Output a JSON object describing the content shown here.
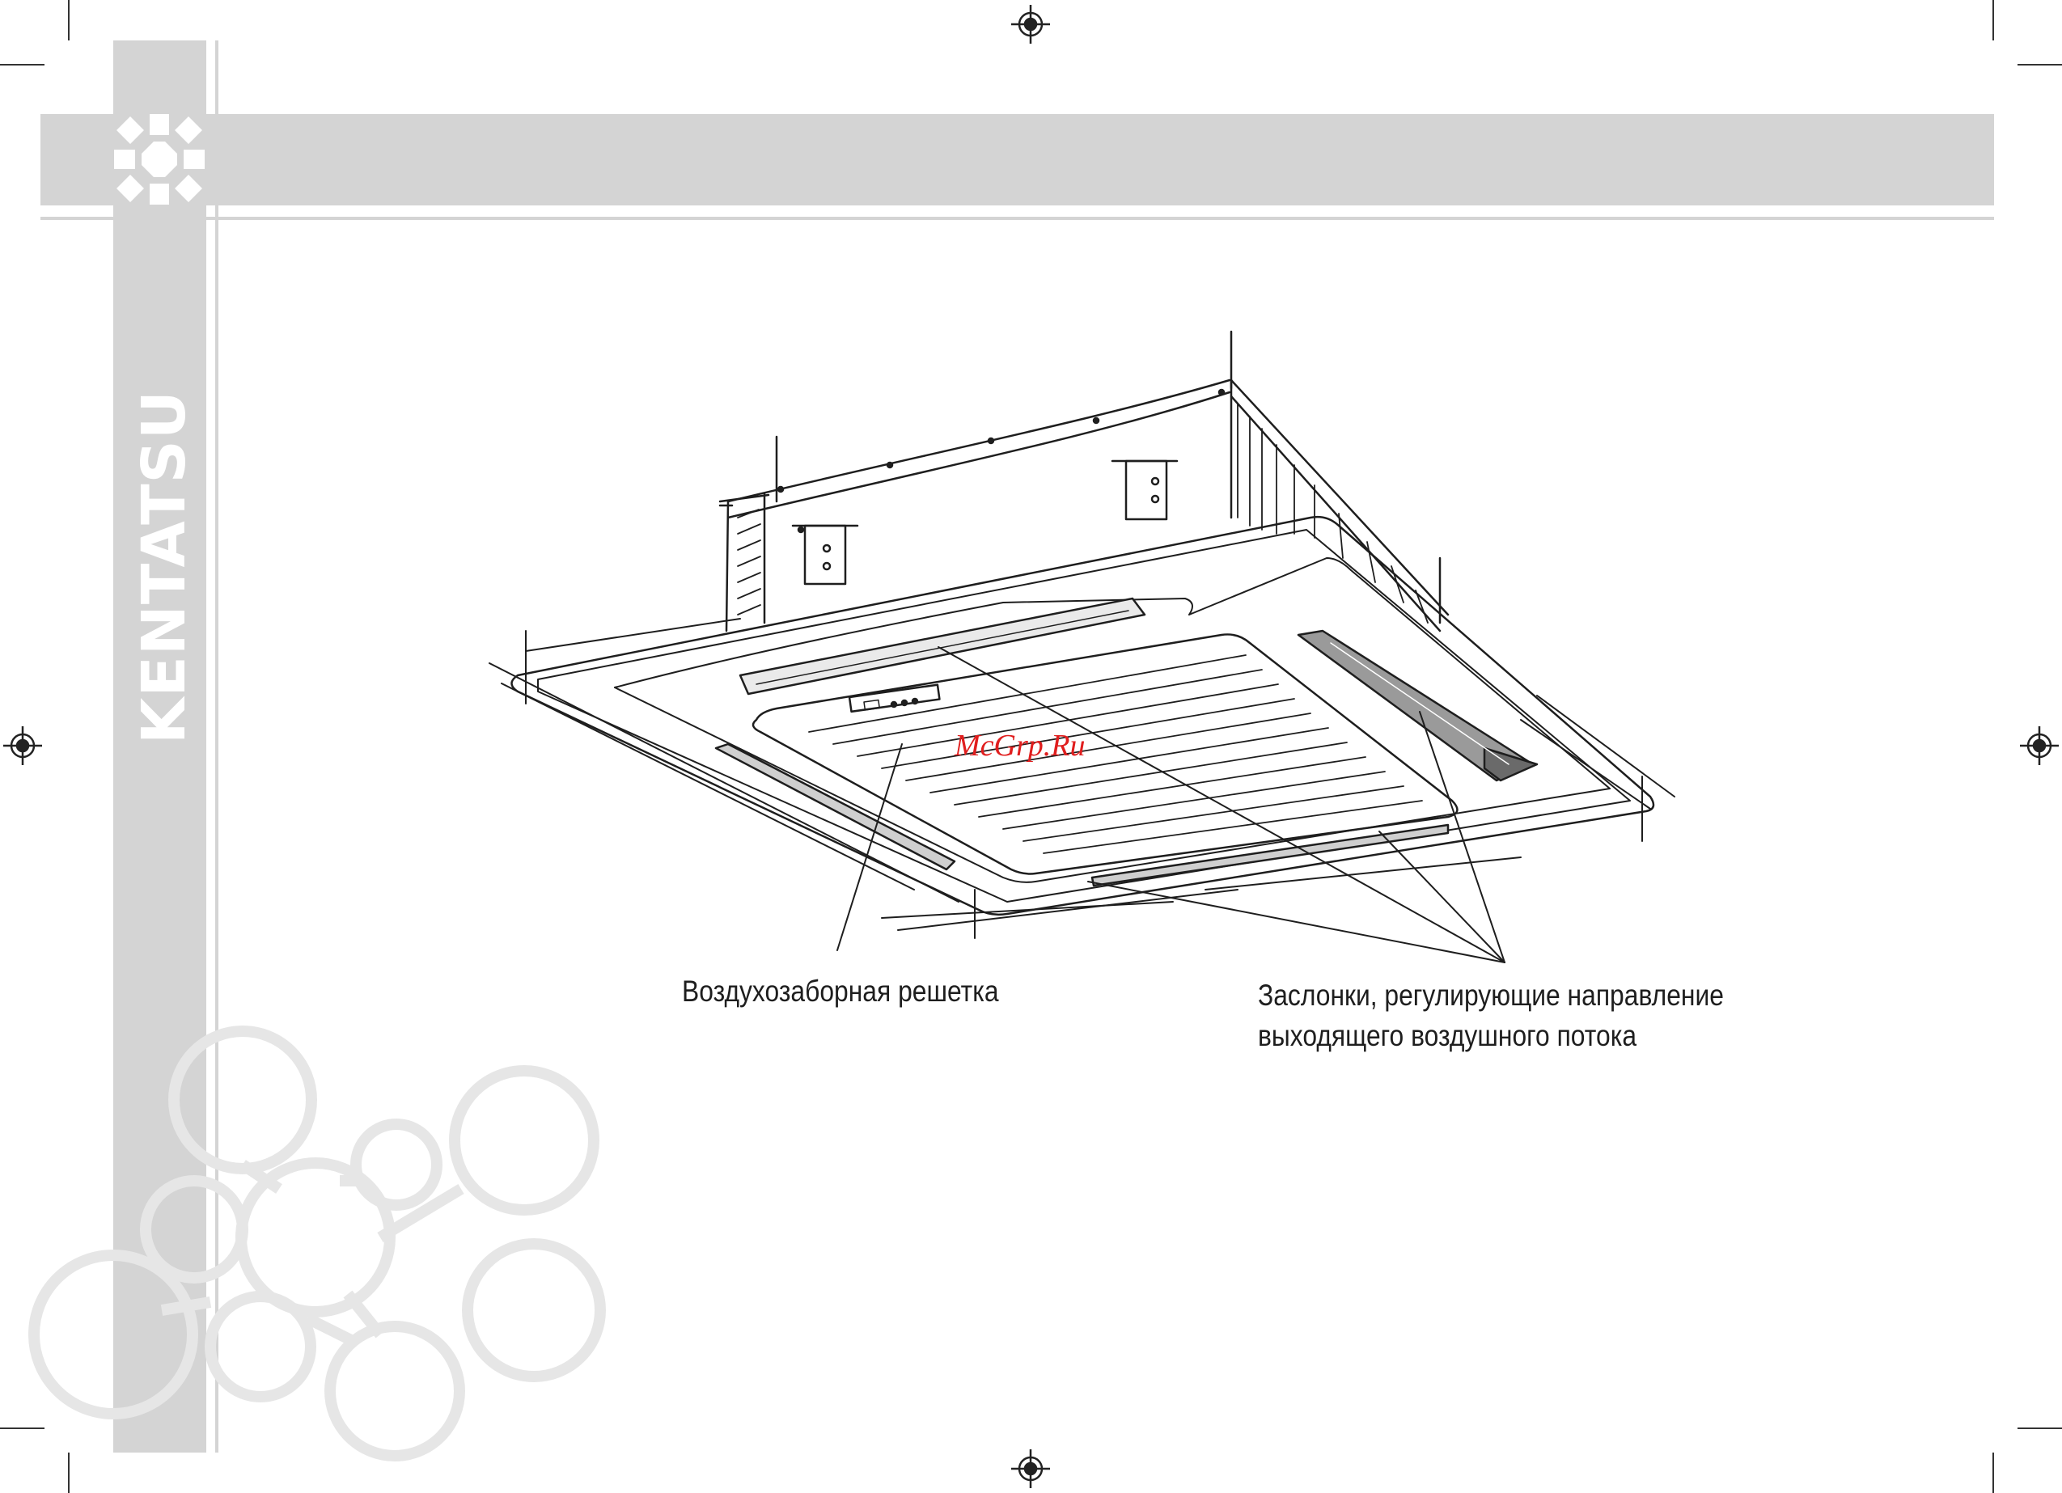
{
  "brand": {
    "name": "KENTATSU"
  },
  "watermark": {
    "text": "McGrp.Ru"
  },
  "callouts": {
    "intake_grille": "Воздухозаборная решетка",
    "louvers_line1": "Заслонки, регулирующие направление",
    "louvers_line2": "выходящего воздушного потока"
  },
  "colors": {
    "band": "#d4d4d4",
    "decor_circles": "#e6e6e6",
    "drawing": "#1e1e1e",
    "watermark": "#e01e1e"
  }
}
